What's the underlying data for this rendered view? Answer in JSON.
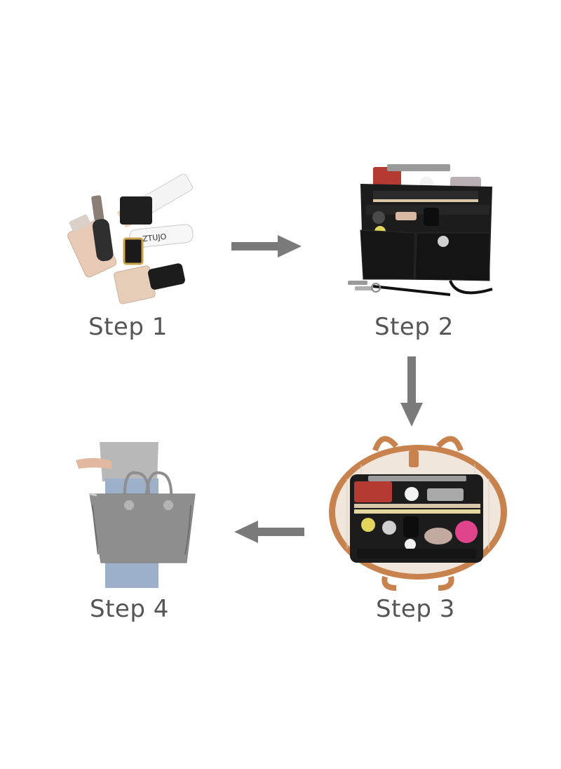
{
  "steps": [
    {
      "label": "Step 1",
      "illustration": "cosmetics-pile"
    },
    {
      "label": "Step 2",
      "illustration": "felt-organizer-insert"
    },
    {
      "label": "Step 3",
      "illustration": "organizer-inside-tote"
    },
    {
      "label": "Step 4",
      "illustration": "tote-bag-carried"
    }
  ],
  "brand_text": "ZTUJO",
  "colors": {
    "arrow": "#7a7a7a",
    "label": "#555555",
    "organizer": "#1c1c1c",
    "tote_grey": "#8e8e8e",
    "leather": "#c8824e",
    "tote_lining": "#f0e6dc"
  }
}
